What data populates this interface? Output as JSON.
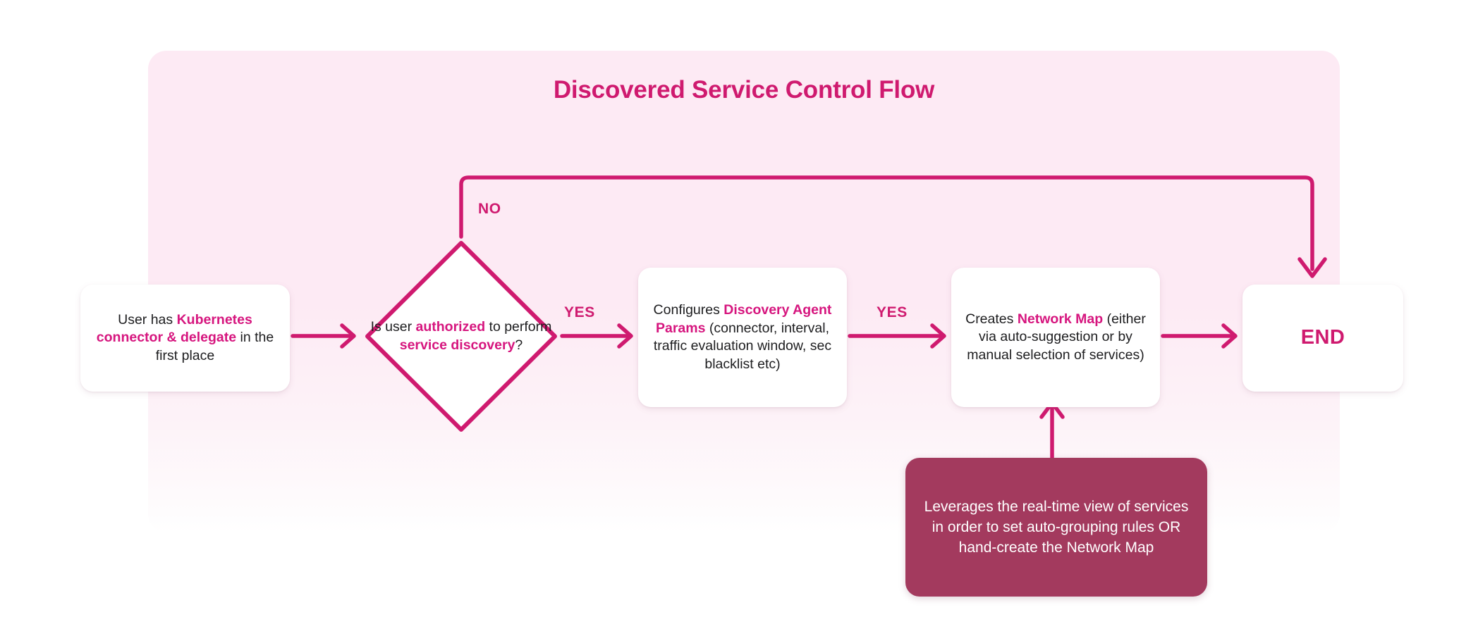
{
  "diagram": {
    "title": "Discovered Service Control Flow",
    "type": "flowchart",
    "colors": {
      "panel_bg": "#fdeaf4",
      "accent": "#cf1a6f",
      "highlight_text": "#d6157e",
      "node_bg": "#ffffff",
      "note_bg": "#a33a5e",
      "note_text": "#ffffff",
      "body_text": "#1d1d1f",
      "page_bg": "#ffffff"
    },
    "nodes": {
      "start": {
        "shape": "rounded-rect",
        "text": "User has Kubernetes connector & delegate in the first place",
        "segments": [
          {
            "text": "User has ",
            "emphasis": false
          },
          {
            "text": "Kubernetes connector & delegate",
            "emphasis": true
          },
          {
            "text": " in the first place",
            "emphasis": false
          }
        ]
      },
      "decision": {
        "shape": "diamond",
        "text": "Is user authorized to perform service discovery?",
        "segments": [
          {
            "text": "Is user ",
            "emphasis": false
          },
          {
            "text": "authorized",
            "emphasis": true
          },
          {
            "text": " to perform ",
            "emphasis": false
          },
          {
            "text": "service discovery",
            "emphasis": true
          },
          {
            "text": "?",
            "emphasis": false
          }
        ]
      },
      "params": {
        "shape": "rounded-rect",
        "text": "Configures Discovery Agent Params (connector, interval, traffic evaluation window, sec blacklist etc)",
        "segments": [
          {
            "text": "Configures ",
            "emphasis": false
          },
          {
            "text": "Discovery Agent Params",
            "emphasis": true
          },
          {
            "text": " (connector, interval, traffic evaluation window, sec blacklist etc)",
            "emphasis": false
          }
        ]
      },
      "map": {
        "shape": "rounded-rect",
        "text": "Creates Network Map (either via auto-suggestion or by manual selection of services)",
        "segments": [
          {
            "text": "Creates ",
            "emphasis": false
          },
          {
            "text": "Network Map",
            "emphasis": true
          },
          {
            "text": " (either via auto-suggestion or by manual selection of services)",
            "emphasis": false
          }
        ]
      },
      "end": {
        "shape": "rounded-rect",
        "text": "END"
      },
      "note": {
        "shape": "rounded-rect-filled",
        "text": "Leverages the real-time view of services in order to set auto-grouping rules OR hand-create the Network Map"
      }
    },
    "edges": [
      {
        "id": "start-to-decision",
        "from": "start",
        "to": "decision",
        "label": ""
      },
      {
        "id": "decision-no-to-end",
        "from": "decision",
        "to": "end",
        "label": "NO"
      },
      {
        "id": "decision-yes-to-params",
        "from": "decision",
        "to": "params",
        "label": "YES"
      },
      {
        "id": "params-to-map",
        "from": "params",
        "to": "map",
        "label": "YES"
      },
      {
        "id": "map-to-end",
        "from": "map",
        "to": "end",
        "label": ""
      },
      {
        "id": "note-to-map",
        "from": "note",
        "to": "map",
        "label": ""
      }
    ],
    "labels": {
      "no": "NO",
      "yes_first": "YES",
      "yes_second": "YES"
    }
  }
}
